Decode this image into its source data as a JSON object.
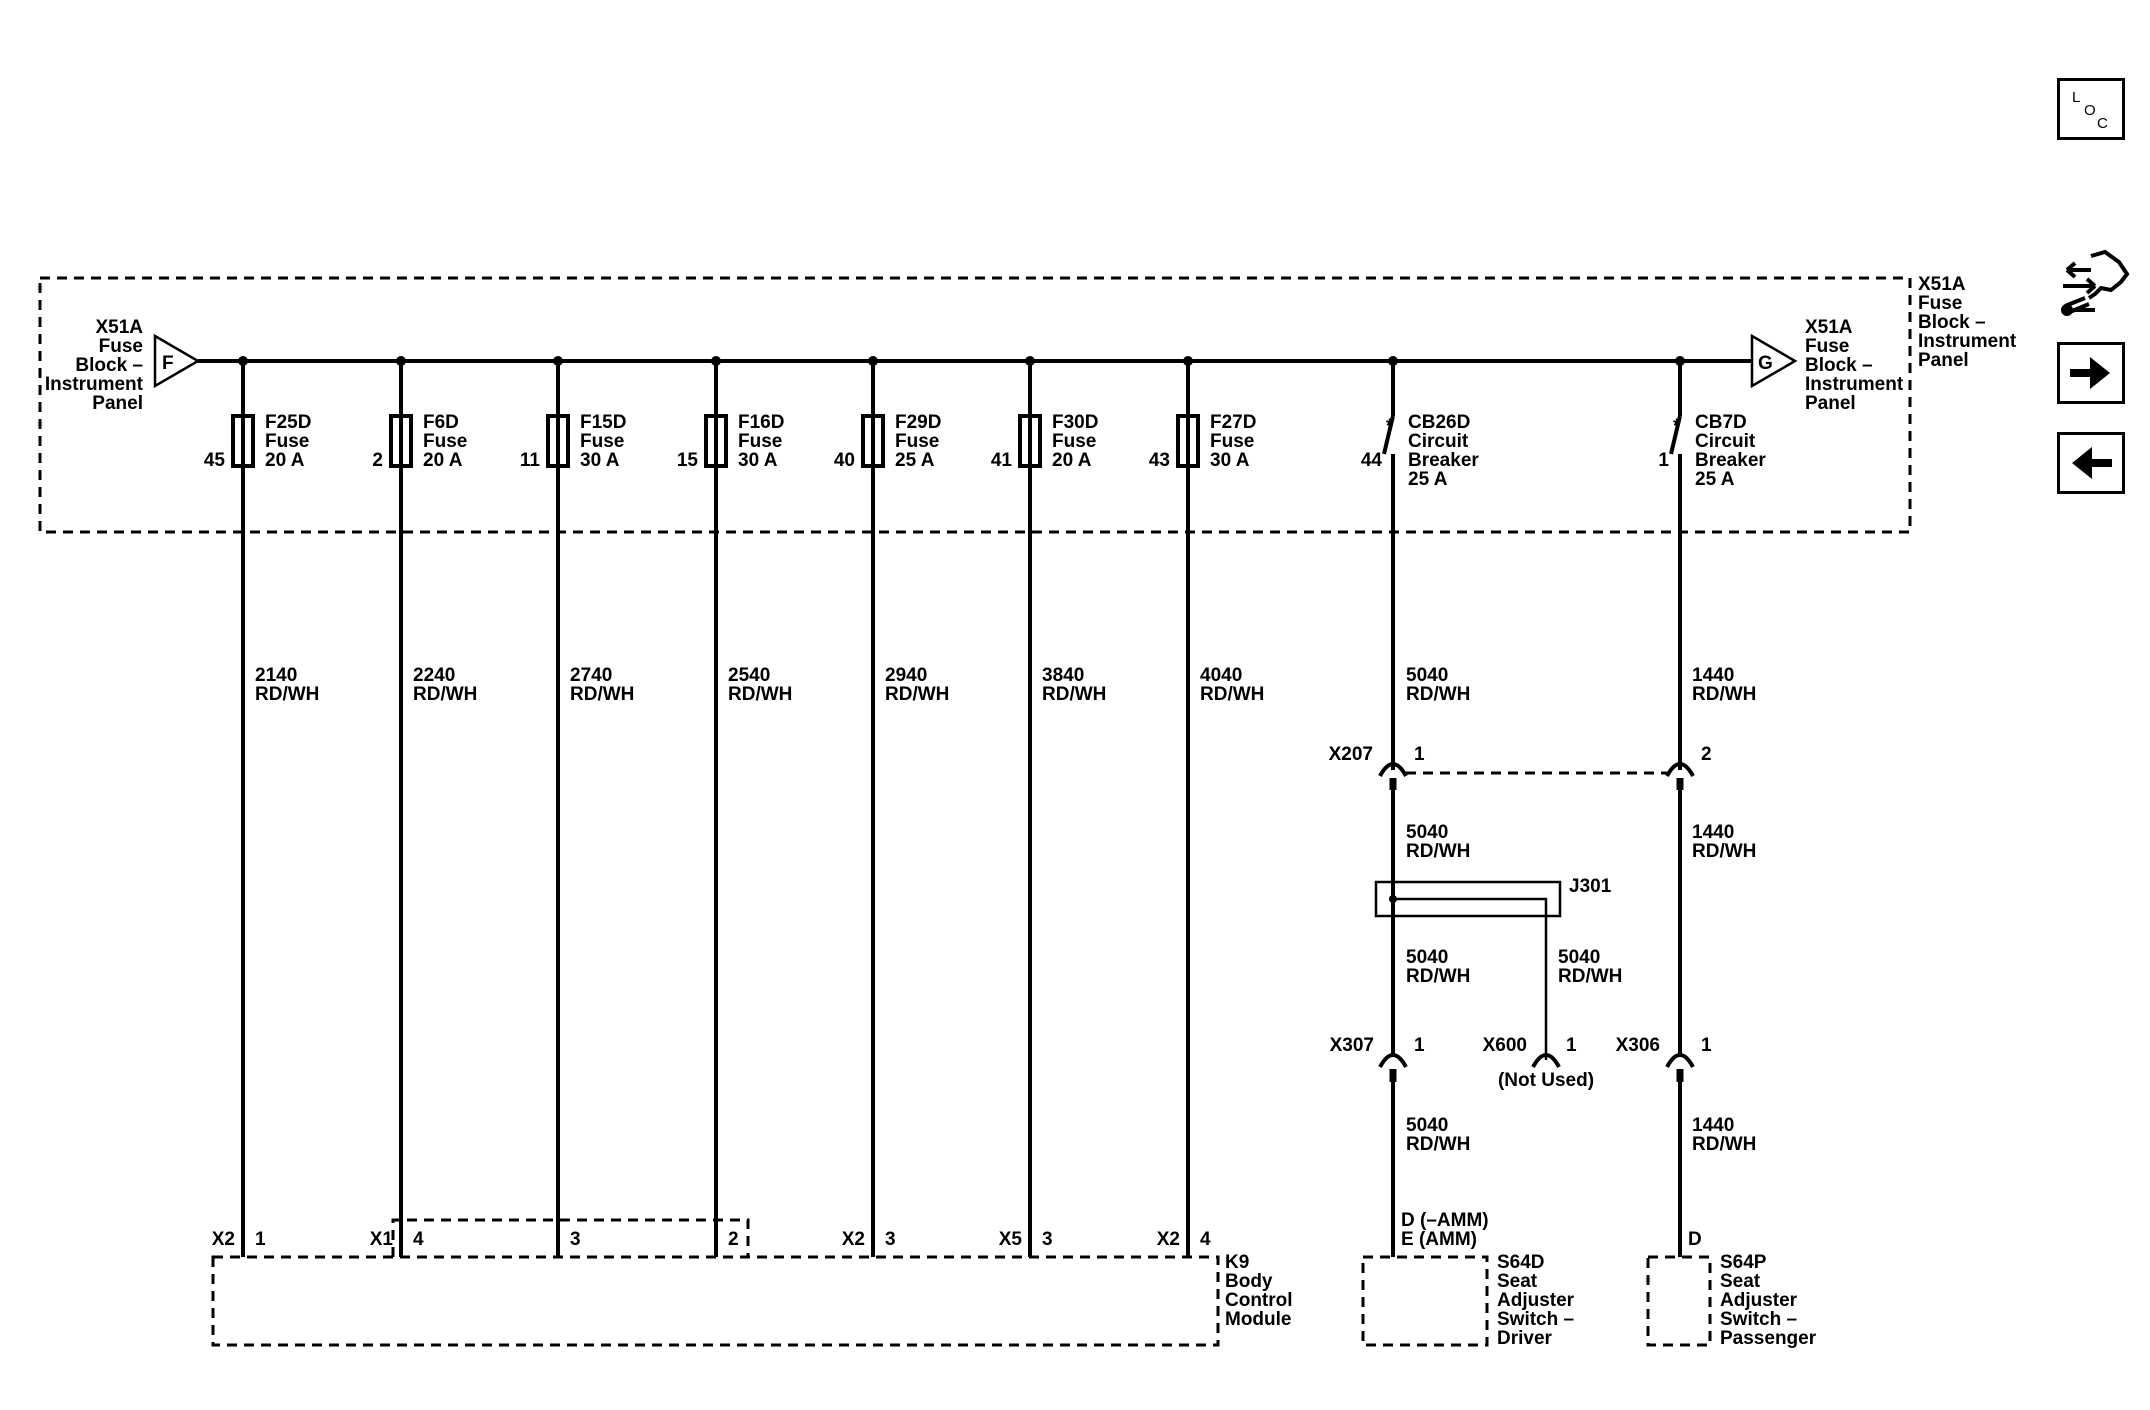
{
  "header_right": "X51A Fuse Block – Instrument Panel",
  "feed_left": {
    "lines": [
      "X51A",
      "Fuse",
      "Block –",
      "Instrument",
      "Panel"
    ],
    "flag": "F"
  },
  "feed_right": {
    "lines": [
      "X51A",
      "Fuse",
      "Block –",
      "Instrument",
      "Panel"
    ],
    "flag": "G"
  },
  "block_right_label": [
    "X51A",
    "Fuse",
    "Block –",
    "Instrument",
    "Panel"
  ],
  "fuses": [
    {
      "pin": "45",
      "name": "F25D",
      "type": "Fuse",
      "rating": "20 A",
      "circuit": "2140",
      "color": "RD/WH"
    },
    {
      "pin": "2",
      "name": "F6D",
      "type": "Fuse",
      "rating": "20 A",
      "circuit": "2240",
      "color": "RD/WH"
    },
    {
      "pin": "11",
      "name": "F15D",
      "type": "Fuse",
      "rating": "30 A",
      "circuit": "2740",
      "color": "RD/WH"
    },
    {
      "pin": "15",
      "name": "F16D",
      "type": "Fuse",
      "rating": "30 A",
      "circuit": "2540",
      "color": "RD/WH"
    },
    {
      "pin": "40",
      "name": "F29D",
      "type": "Fuse",
      "rating": "25 A",
      "circuit": "2940",
      "color": "RD/WH"
    },
    {
      "pin": "41",
      "name": "F30D",
      "type": "Fuse",
      "rating": "20 A",
      "circuit": "3840",
      "color": "RD/WH"
    },
    {
      "pin": "43",
      "name": "F27D",
      "type": "Fuse",
      "rating": "30 A",
      "circuit": "4040",
      "color": "RD/WH"
    }
  ],
  "breakers": [
    {
      "pin": "44",
      "name": "CB26D",
      "l2": "Circuit",
      "l3": "Breaker",
      "rating": "25 A",
      "circuit": "5040",
      "color": "RD/WH"
    },
    {
      "pin": "1",
      "name": "CB7D",
      "l2": "Circuit",
      "l3": "Breaker",
      "rating": "25 A",
      "circuit": "1440",
      "color": "RD/WH"
    }
  ],
  "bcm_pins": [
    {
      "conn": "X2",
      "pin": "1"
    },
    {
      "conn": "X1",
      "pin": "4"
    },
    {
      "conn": "",
      "pin": "3"
    },
    {
      "conn": "",
      "pin": "2"
    },
    {
      "conn": "X2",
      "pin": "3"
    },
    {
      "conn": "X5",
      "pin": "3"
    },
    {
      "conn": "X2",
      "pin": "4"
    }
  ],
  "bcm_label": [
    "K9",
    "Body",
    "Control",
    "Module"
  ],
  "x207": {
    "name": "X207",
    "pin_a": "1",
    "pin_b": "2"
  },
  "mid_wires": {
    "a_circuit": "5040",
    "a_color": "RD/WH",
    "b_circuit": "1440",
    "b_color": "RD/WH"
  },
  "splice": {
    "name": "J301"
  },
  "after_splice": {
    "a_circuit": "5040",
    "a_color": "RD/WH",
    "b_circuit": "5040",
    "b_color": "RD/WH"
  },
  "x307": {
    "name": "X307",
    "pin": "1"
  },
  "x600": {
    "name": "X600",
    "pin": "1",
    "note": "(Not Used)"
  },
  "x306": {
    "name": "X306",
    "pin": "1"
  },
  "lower_wires": {
    "a_circuit": "5040",
    "a_color": "RD/WH",
    "b_circuit": "1440",
    "b_color": "RD/WH"
  },
  "driver_pins": {
    "l1": "D (–AMM)",
    "l2": "E (AMM)"
  },
  "passenger_pin": "D",
  "s64d_label": [
    "S64D",
    "Seat",
    "Adjuster",
    "Switch –",
    "Driver"
  ],
  "s64p_label": [
    "S64P",
    "Seat",
    "Adjuster",
    "Switch –",
    "Passenger"
  ],
  "nav": {
    "loc_letters": [
      "L",
      "O",
      "C"
    ],
    "loc_icon": "loc-icon",
    "harness_icon": "connector-harness-icon",
    "next_icon": "arrow-right-icon",
    "prev_icon": "arrow-left-icon"
  }
}
